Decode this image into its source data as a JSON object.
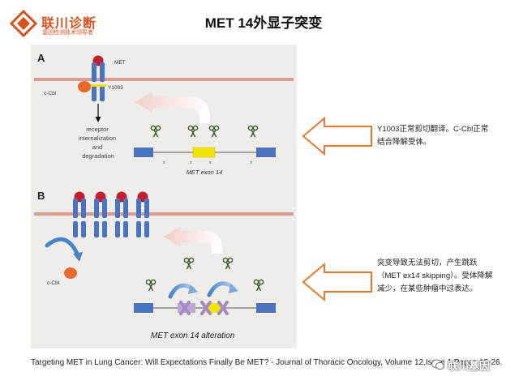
{
  "brand": {
    "name": "联川诊断",
    "tagline": "基因检测技术领导者"
  },
  "slide": {
    "title": "MET 14外显子突变"
  },
  "figure": {
    "panel_a_label": "A",
    "panel_b_label": "B",
    "met_label": "MET",
    "y1003_label": "Y1003",
    "ccbl_label": "c-Cbl",
    "receptor_text": [
      "receptor",
      "internalization",
      "and",
      "degradation"
    ],
    "exon_label_a": "MET exon 14",
    "exon_label_b": "MET exon 14 alteration",
    "site_5": "5'",
    "site_3": "3'"
  },
  "notes": {
    "note1": "Y1003正常剪切翻译。C-Cbl正常结合降解受体。",
    "note2": "突变导致无法剪切，产生跳跃（MET ex14 skipping）。受体降解减少，在某些肿瘤中过表达。"
  },
  "citation": {
    "text": "Targeting MET in Lung Cancer: Will Expectations Finally Be MET? - Journal of Thoracic Oncology, Volume 12,Issue 1,Pages 15-26."
  },
  "watermark": {
    "text": "联川基因"
  },
  "colors": {
    "brand_orange": "#d9531e",
    "membrane": "#d89a92",
    "receptor_blue": "#4a73c0",
    "receptor_red": "#c41e2a",
    "exon_yellow": "#f2e600",
    "ccbl_orange": "#e8692c",
    "callout_orange": "#e8792c"
  }
}
